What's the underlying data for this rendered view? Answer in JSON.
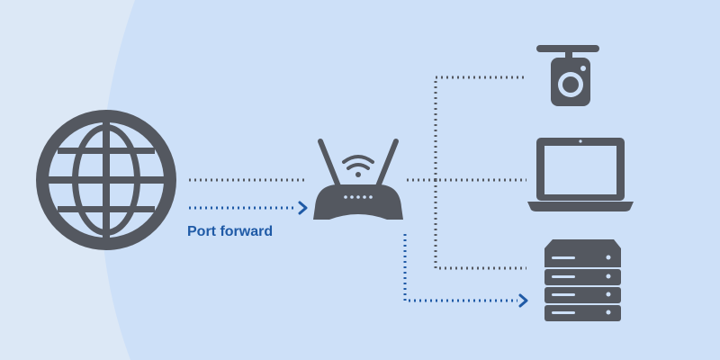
{
  "labels": {
    "port_forward": "Port forward"
  },
  "colors": {
    "background_left": "#dce8f6",
    "background_right": "#cde0f8",
    "icon": "#545860",
    "icon_light": "#cde0f8",
    "dotted_line": "#545860",
    "arrow": "#1f5aa6",
    "label": "#1f5aa6"
  },
  "nodes": [
    {
      "id": "internet",
      "icon": "globe-icon"
    },
    {
      "id": "router",
      "icon": "wifi-router-icon"
    },
    {
      "id": "camera",
      "icon": "security-camera-icon"
    },
    {
      "id": "laptop",
      "icon": "laptop-icon"
    },
    {
      "id": "server",
      "icon": "server-icon"
    }
  ],
  "connections": [
    {
      "from": "internet",
      "to": "router",
      "style": "dotted"
    },
    {
      "from": "router",
      "to": "camera",
      "style": "dotted"
    },
    {
      "from": "router",
      "to": "laptop",
      "style": "dotted"
    },
    {
      "from": "router",
      "to": "server",
      "style": "dotted"
    },
    {
      "from": "internet",
      "to": "router",
      "style": "dotted-arrow",
      "label_key": "port_forward"
    },
    {
      "from": "router",
      "to": "server",
      "style": "dotted-arrow"
    }
  ]
}
